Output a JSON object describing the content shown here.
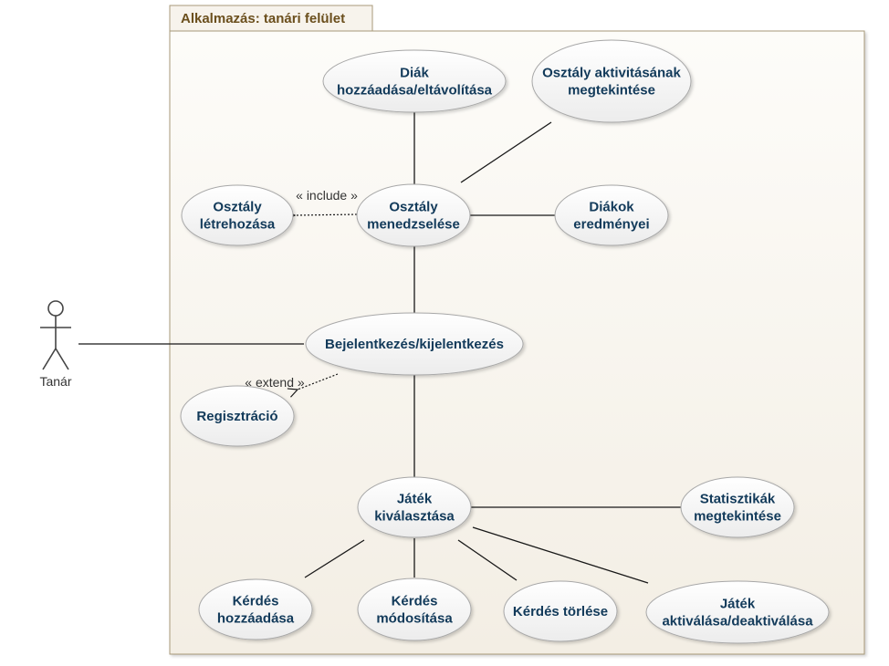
{
  "package": {
    "title": "Alkalmazás: tanári felület"
  },
  "actor": {
    "name": "Tanár"
  },
  "use_cases": {
    "diak_hozzaadasa": [
      "Diák",
      "hozzáadása/eltávolítása"
    ],
    "osztaly_aktivitas": [
      "Osztály aktivitásának",
      "megtekintése"
    ],
    "osztaly_letrehozasa": [
      "Osztály",
      "létrehozása"
    ],
    "osztaly_menedzselese": [
      "Osztály",
      "menedzselése"
    ],
    "diakok_eredmenyei": [
      "Diákok",
      "eredményei"
    ],
    "bejelentkezes": [
      "Bejelentkezés/kijelentkezés"
    ],
    "regisztracio": [
      "Regisztráció"
    ],
    "jatek_kivalasztasa": [
      "Játék",
      "kiválasztása"
    ],
    "statisztikak": [
      "Statisztikák",
      "megtekintése"
    ],
    "kerdes_hozzaadasa": [
      "Kérdés",
      "hozzáadása"
    ],
    "kerdes_modositasa": [
      "Kérdés",
      "módosítása"
    ],
    "kerdes_torlese": [
      "Kérdés törlése"
    ],
    "jatek_aktivalasa": [
      "Játék",
      "aktiválása/deaktiválása"
    ]
  },
  "stereotypes": {
    "include": "« include »",
    "extend": "« extend »"
  },
  "colors": {
    "package_border": "#a89a7a",
    "package_fill": "#f6f2ea",
    "ellipse_border": "#a8a8a8",
    "text": "#123a5a",
    "line": "#181818"
  }
}
